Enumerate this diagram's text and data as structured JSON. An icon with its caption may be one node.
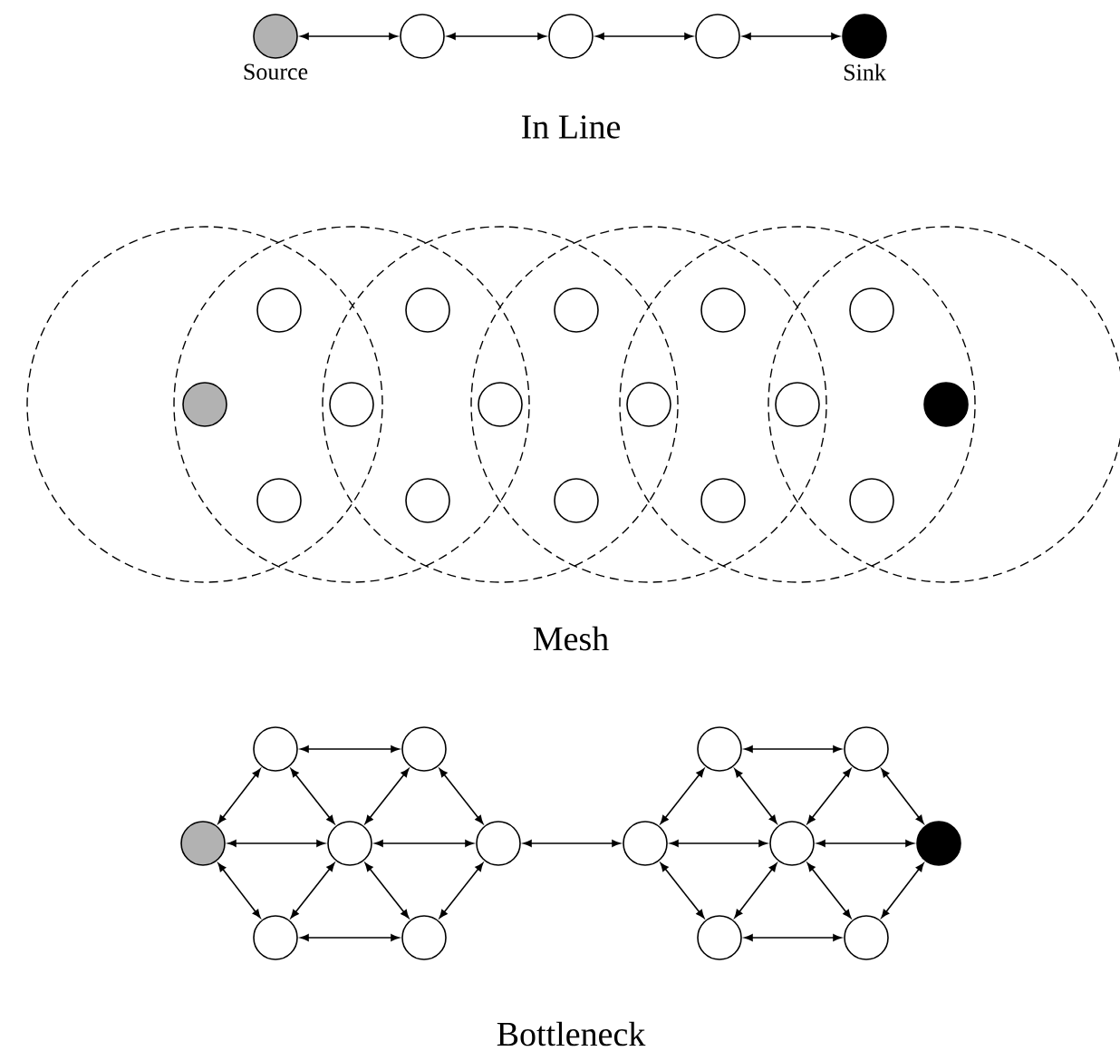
{
  "diagram": {
    "nodes": [
      {
        "text": [],
        "shape": "circle",
        "beside": [
          "Source"
        ]
      },
      {
        "text": [],
        "shape": "circle"
      },
      {
        "text": [],
        "shape": "circle"
      },
      {
        "text": [],
        "shape": "circle"
      },
      {
        "text": [],
        "shape": "circle",
        "beside": [
          "Sink"
        ]
      },
      {
        "text": [],
        "shape": "circle"
      },
      {
        "text": [],
        "shape": "circle"
      },
      {
        "text": [],
        "shape": "circle"
      },
      {
        "text": [],
        "shape": "circle"
      },
      {
        "text": [],
        "shape": "circle"
      },
      {
        "text": [],
        "shape": "circle"
      },
      {
        "text": [],
        "shape": "circle"
      },
      {
        "text": [],
        "shape": "circle"
      },
      {
        "text": [],
        "shape": "circle"
      },
      {
        "text": [],
        "shape": "circle"
      },
      {
        "text": [],
        "shape": "circle"
      },
      {
        "text": [],
        "shape": "circle"
      },
      {
        "text": [],
        "shape": "circle"
      },
      {
        "text": [],
        "shape": "circle"
      },
      {
        "text": [],
        "shape": "circle"
      },
      {
        "text": [],
        "shape": "circle"
      },
      {
        "text": [],
        "shape": "circle"
      },
      {
        "text": [],
        "shape": "circle"
      },
      {
        "text": [],
        "shape": "circle"
      },
      {
        "text": [],
        "shape": "circle"
      },
      {
        "text": [],
        "shape": "circle"
      },
      {
        "text": [],
        "shape": "circle"
      },
      {
        "text": [],
        "shape": "circle"
      },
      {
        "text": [],
        "shape": "circle"
      },
      {
        "text": [],
        "shape": "circle"
      },
      {
        "text": [],
        "shape": "circle"
      },
      {
        "text": [],
        "shape": "circle"
      },
      {
        "text": [],
        "shape": "circle"
      },
      {
        "text": [],
        "shape": "circle"
      },
      {
        "text": [],
        "shape": "circle"
      }
    ],
    "edges": [
      {
        "from": 0,
        "to": 1,
        "arrow": "both"
      },
      {
        "from": 1,
        "to": 2,
        "arrow": "both"
      },
      {
        "from": 2,
        "to": 3,
        "arrow": "both"
      },
      {
        "from": 3,
        "to": 4,
        "arrow": "both"
      },
      {
        "from": 21,
        "to": 22,
        "arrow": "both"
      },
      {
        "from": 21,
        "to": 24,
        "arrow": "both"
      },
      {
        "from": 21,
        "to": 26,
        "arrow": "both"
      },
      {
        "from": 22,
        "to": 23,
        "arrow": "both"
      },
      {
        "from": 22,
        "to": 24,
        "arrow": "both"
      },
      {
        "from": 23,
        "to": 24,
        "arrow": "both"
      },
      {
        "from": 23,
        "to": 25,
        "arrow": "both"
      },
      {
        "from": 24,
        "to": 25,
        "arrow": "both"
      },
      {
        "from": 24,
        "to": 26,
        "arrow": "both"
      },
      {
        "from": 24,
        "to": 27,
        "arrow": "both"
      },
      {
        "from": 26,
        "to": 27,
        "arrow": "both"
      },
      {
        "from": 27,
        "to": 25,
        "arrow": "both"
      },
      {
        "from": 25,
        "to": 28,
        "arrow": "both"
      },
      {
        "from": 28,
        "to": 29,
        "arrow": "both"
      },
      {
        "from": 28,
        "to": 31,
        "arrow": "both"
      },
      {
        "from": 28,
        "to": 33,
        "arrow": "both"
      },
      {
        "from": 29,
        "to": 30,
        "arrow": "both"
      },
      {
        "from": 29,
        "to": 31,
        "arrow": "both"
      },
      {
        "from": 30,
        "to": 31,
        "arrow": "both"
      },
      {
        "from": 30,
        "to": 32,
        "arrow": "both"
      },
      {
        "from": 31,
        "to": 32,
        "arrow": "both"
      },
      {
        "from": 31,
        "to": 33,
        "arrow": "both"
      },
      {
        "from": 31,
        "to": 34,
        "arrow": "both"
      },
      {
        "from": 33,
        "to": 34,
        "arrow": "both"
      },
      {
        "from": 34,
        "to": 32,
        "arrow": "both"
      }
    ],
    "labels": [
      "In Line",
      "Mesh",
      "Bottleneck"
    ]
  }
}
